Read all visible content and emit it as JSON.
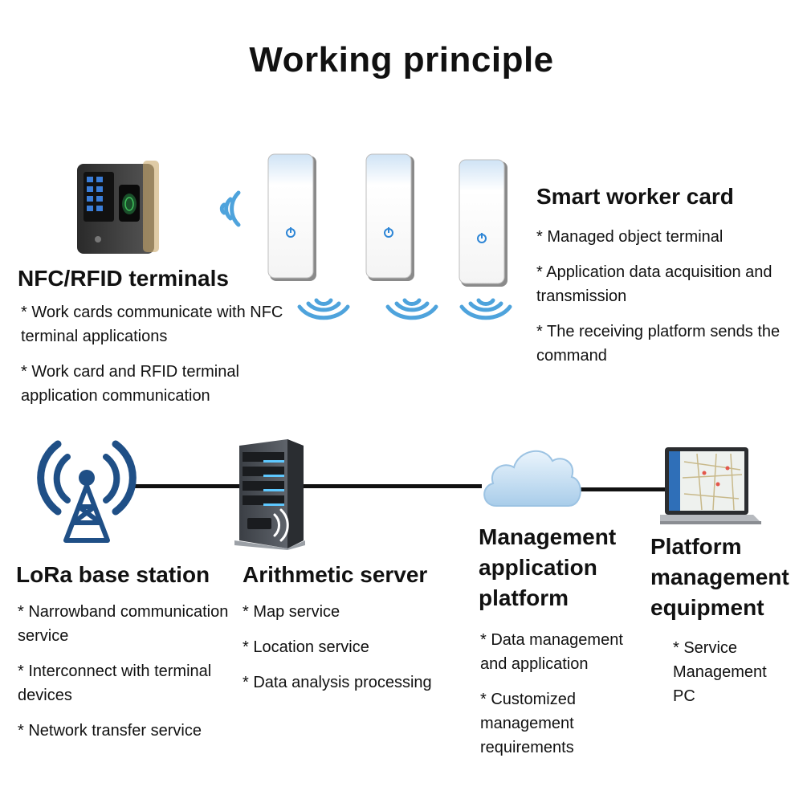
{
  "title": "Working principle",
  "nfc": {
    "heading": "NFC/RFID terminals",
    "bullets": [
      "* Work cards communicate with NFC terminal applications",
      "* Work card and RFID terminal application communication"
    ]
  },
  "smart_card": {
    "heading": "Smart worker card",
    "bullets": [
      "* Managed object terminal",
      "* Application data acquisition and transmission",
      "* The receiving platform sends the command"
    ]
  },
  "lora": {
    "heading": "LoRa base station",
    "bullets": [
      "* Narrowband communication service",
      "* Interconnect with terminal devices",
      "* Network transfer service"
    ]
  },
  "server": {
    "heading": "Arithmetic server",
    "bullets": [
      "* Map service",
      "* Location service",
      "* Data analysis processing"
    ]
  },
  "mgmt_platform": {
    "heading": "Management application platform",
    "bullets": [
      "* Data management and application",
      "* Customized management requirements"
    ]
  },
  "equipment": {
    "heading": "Platform management equipment",
    "bullets": [
      "* Service Management PC"
    ]
  },
  "colors": {
    "wave_blue": "#4ea3dc",
    "tower_blue": "#1f4f86",
    "connector": "#111111"
  },
  "icons": [
    "nfc-terminal-icon",
    "wireless-signal-icon",
    "smart-card-icon",
    "lora-tower-icon",
    "server-icon",
    "cloud-icon",
    "laptop-icon"
  ]
}
